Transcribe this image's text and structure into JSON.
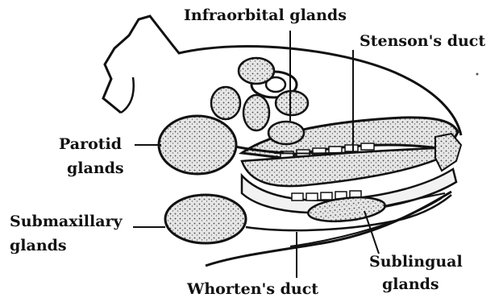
{
  "labels": {
    "infraorbital": "Infraorbital glands",
    "stenson": "Stenson's duct",
    "parotid_line1": "Parotid",
    "parotid_line2": "glands",
    "submax_line1": "Submaxillary",
    "submax_line2": "glands",
    "sublingual_line1": "Sublingual",
    "sublingual_line2": "glands",
    "whorten": "Whorten's duct"
  },
  "colors": {
    "ink": "#111111",
    "gland_fill": "#d9d9d9",
    "background": "#ffffff"
  }
}
